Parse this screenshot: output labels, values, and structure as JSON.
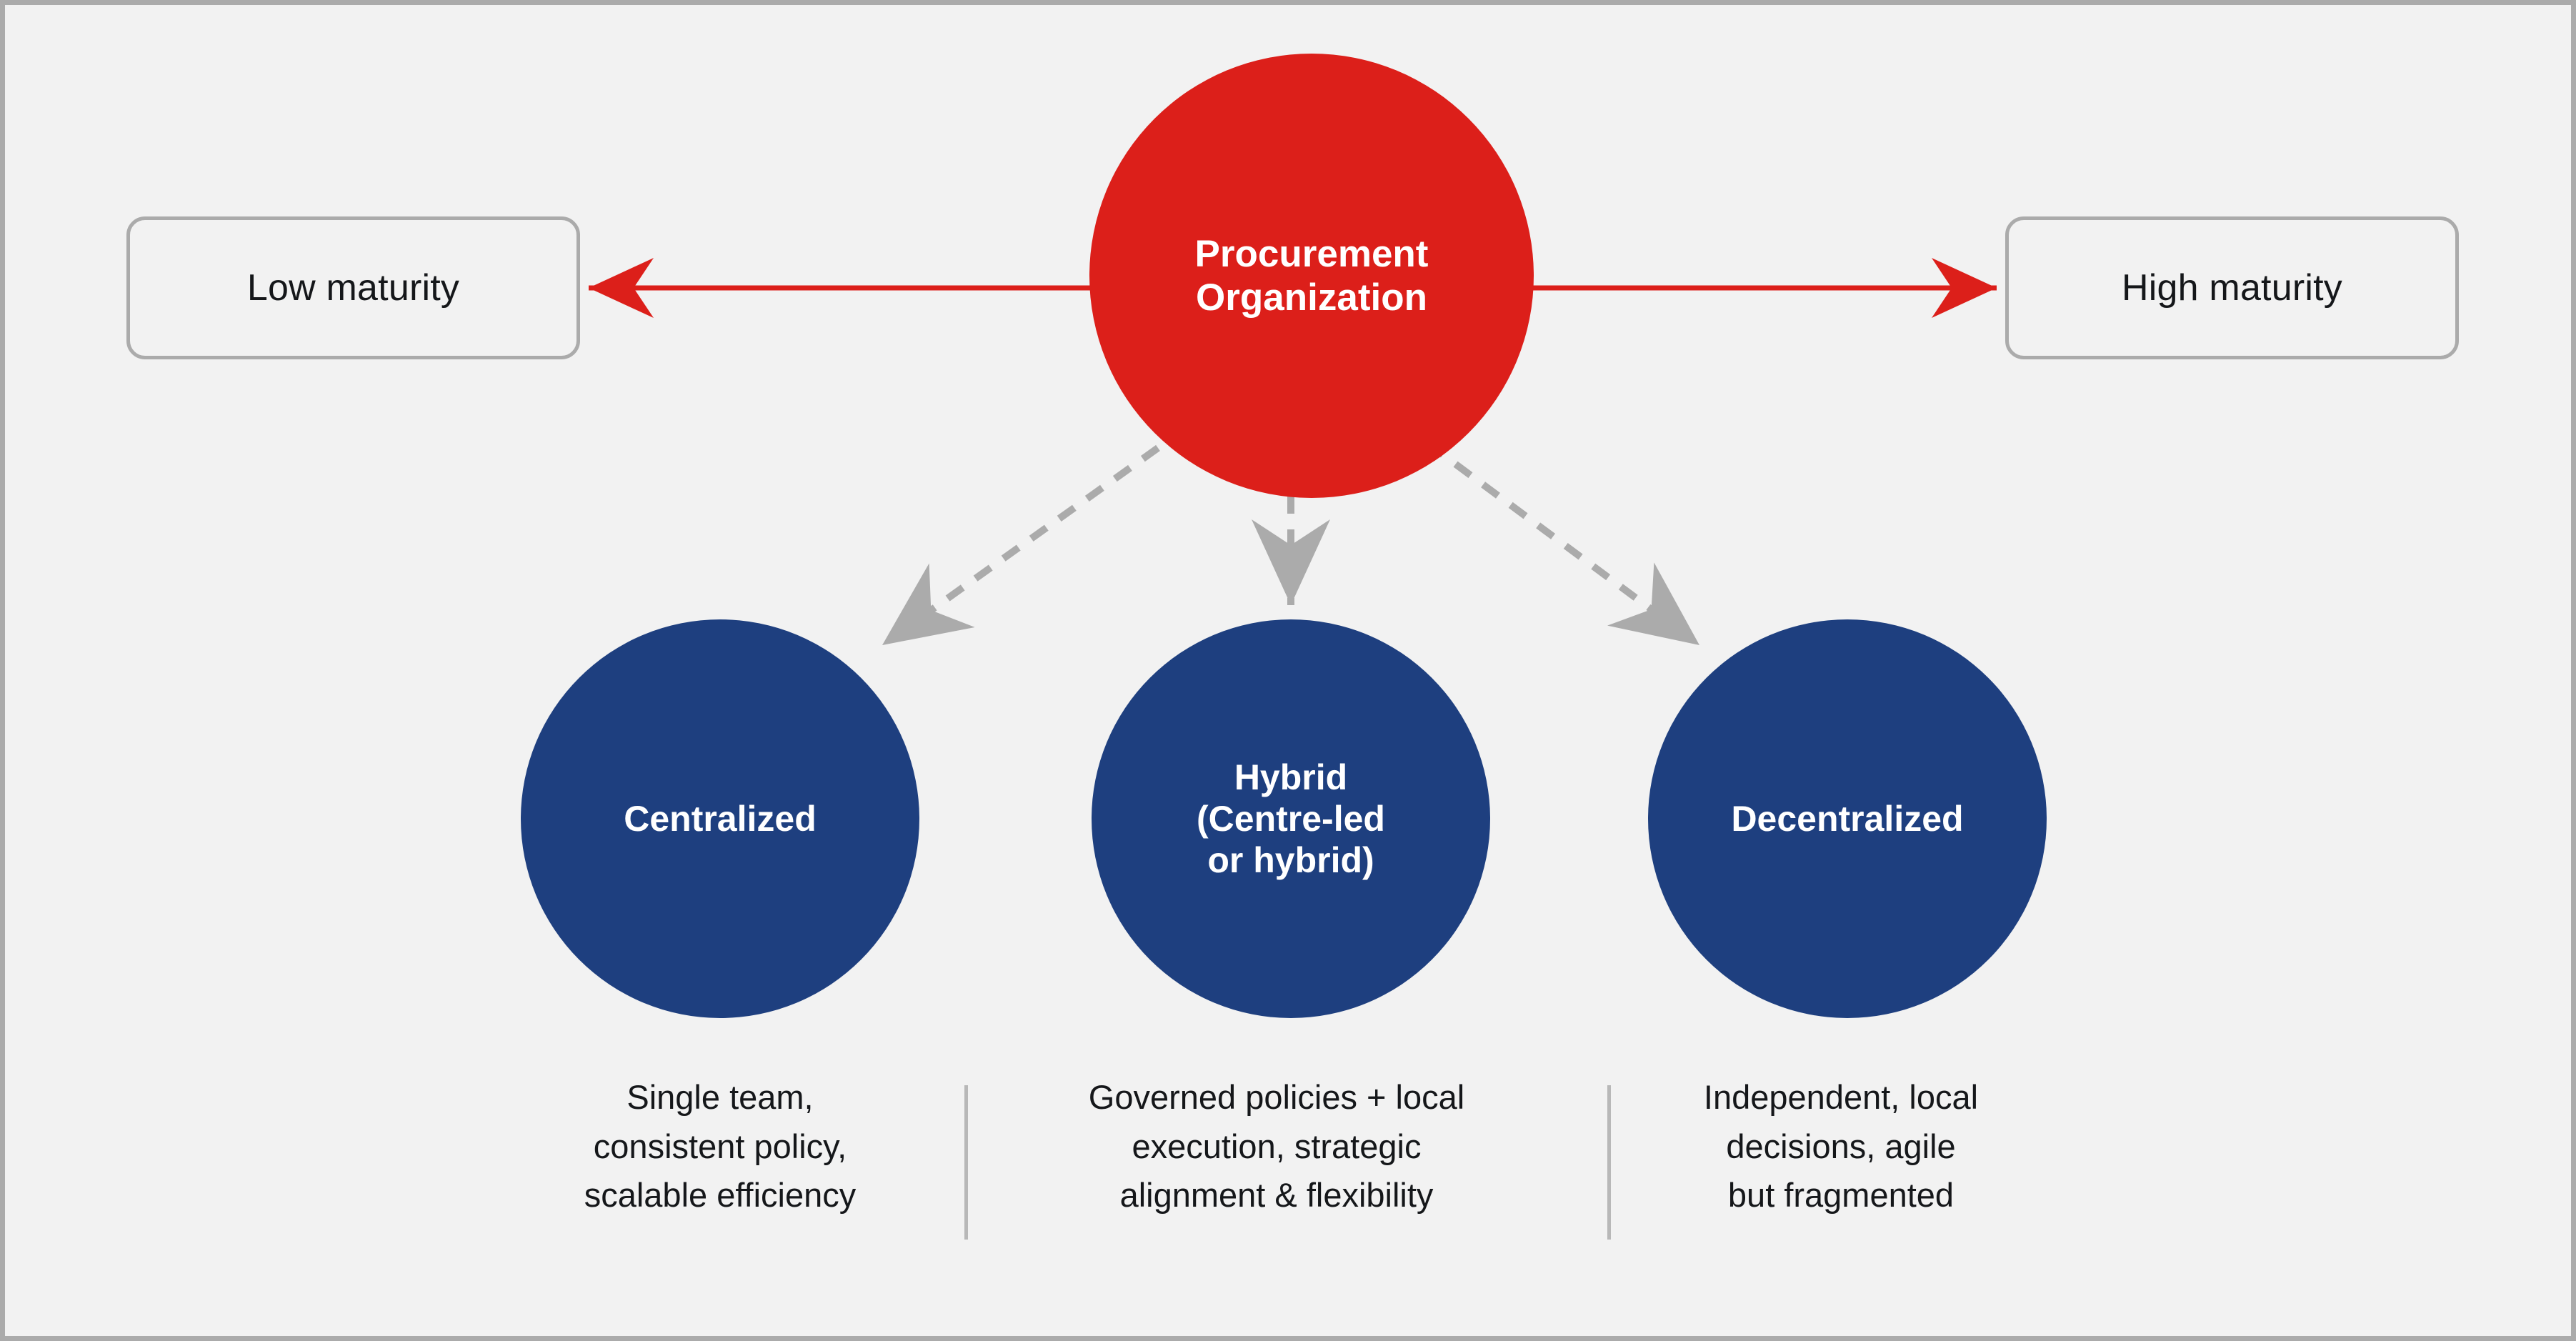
{
  "diagram": {
    "background_color": "#F2F2F2",
    "border_color": "#ABABAB",
    "accent_red": "#DC1F1A",
    "accent_blue": "#1E3F7F",
    "connector_gray": "#ABABAB"
  },
  "root": {
    "label": "Procurement\nOrganization"
  },
  "maturity": {
    "low": "Low maturity",
    "high": "High maturity"
  },
  "models": [
    {
      "id": "centralized",
      "label": "Centralized",
      "caption": "Single team,\nconsistent policy,\nscalable efficiency"
    },
    {
      "id": "hybrid",
      "label": "Hybrid\n(Centre-led\nor hybrid)",
      "caption": "Governed policies + local\nexecution, strategic\nalignment & flexibility"
    },
    {
      "id": "decentralized",
      "label": "Decentralized",
      "caption": "Independent, local\ndecisions, agile\nbut fragmented"
    }
  ]
}
